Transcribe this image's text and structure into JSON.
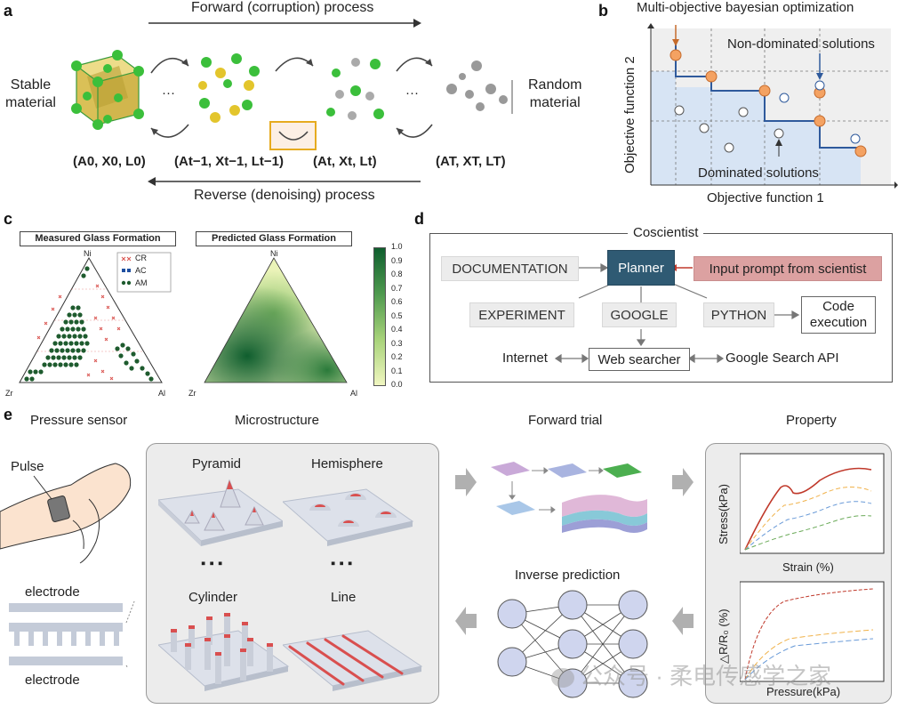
{
  "panels": {
    "a": {
      "label": "a",
      "forward": "Forward (corruption) process",
      "reverse": "Reverse (denoising) process",
      "stable": [
        "Stable",
        "material"
      ],
      "random": [
        "Random",
        "material"
      ],
      "dots": "···",
      "states": [
        "(A0, X0, L0)",
        "(At−1, Xt−1, Lt−1)",
        "(At, Xt, Lt)",
        "(AT, XT, LT)"
      ]
    },
    "b": {
      "label": "b",
      "title": "Multi-objective bayesian optimization",
      "nondominated": "Non-dominated solutions",
      "dominated": "Dominated solutions",
      "xlabel": "Objective function 1",
      "ylabel": "Objective function 2"
    },
    "c": {
      "label": "c",
      "measured_title": "Measured Glass Formation",
      "predicted_title": "Predicted Glass Formation",
      "vertex_top": "Ni",
      "vertex_left": "Zr",
      "vertex_right": "Al",
      "legend": [
        "CR",
        "AC",
        "AM"
      ],
      "colorbar_ticks": [
        "1.0",
        "0.9",
        "0.8",
        "0.7",
        "0.6",
        "0.5",
        "0.4",
        "0.3",
        "0.2",
        "0.1",
        "0.0"
      ],
      "colors": {
        "cr": "#d9534f",
        "ac": "#1f4fa0",
        "am": "#1e5b2e"
      }
    },
    "d": {
      "label": "d",
      "title": "Coscientist",
      "documentation": "DOCUMENTATION",
      "planner": "Planner",
      "input": "Input prompt from scientist",
      "experiment": "EXPERIMENT",
      "google": "GOOGLE",
      "python": "PYTHON",
      "code": [
        "Code",
        "execution"
      ],
      "internet": "Internet",
      "web": "Web searcher",
      "gsapi": "Google Search API"
    },
    "e": {
      "label": "e",
      "pressure_sensor": "Pressure sensor",
      "microstructure": "Microstructure",
      "forward": "Forward trial",
      "property": "Property",
      "pulse": "Pulse",
      "electrode_top": "electrode",
      "electrode_bottom": "electrode",
      "pyramid": "Pyramid",
      "hemisphere": "Hemisphere",
      "cylinder": "Cylinder",
      "line": "Line",
      "ellipsis": "▪ ▪ ▪",
      "inverse": "Inverse prediction",
      "stress": "Stress(kPa)",
      "strain": "Strain (%)",
      "dr": "△R/R₀ (%)",
      "pressure": "Pressure(kPa)"
    }
  },
  "watermark": "公众号 · 柔电传感学之家",
  "colors": {
    "accent_blue": "#2f5a9c",
    "orange": "#f4a262",
    "planner": "#2f5a73",
    "pink": "#dca1a1"
  }
}
